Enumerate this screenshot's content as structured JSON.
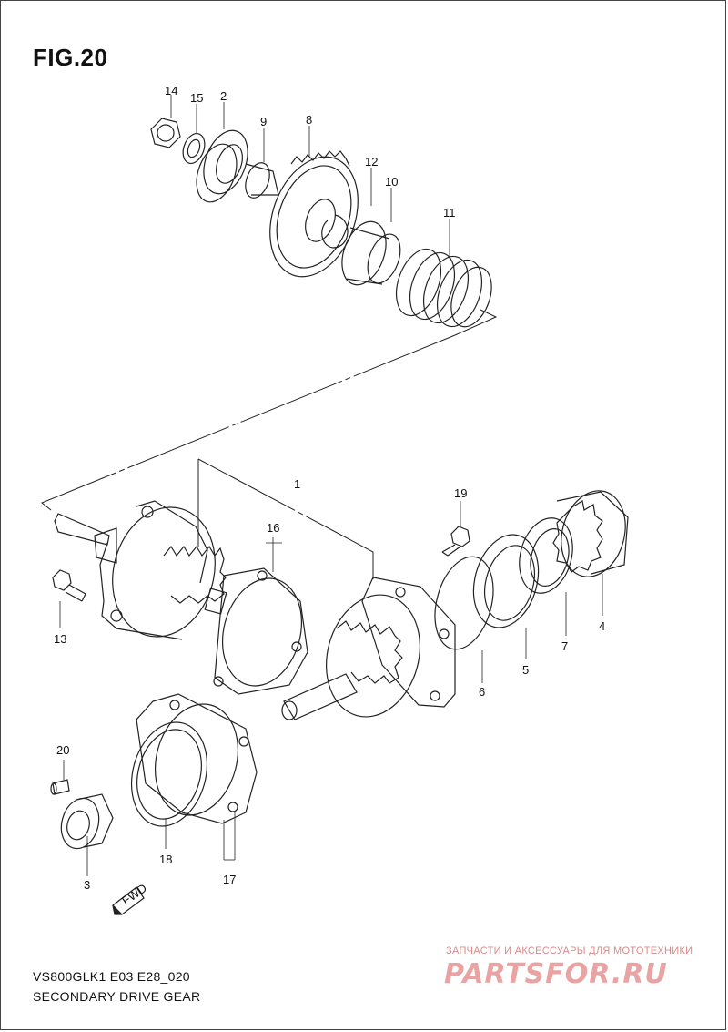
{
  "figure_label": "FIG.20",
  "footer": {
    "model_code": "VS800GLK1 E03 E28_020",
    "section_title": "SECONDARY DRIVE GEAR"
  },
  "watermark": {
    "tagline": "ЗАПЧАСТИ И АКСЕССУАРЫ ДЛЯ МОТОТЕХНИКИ",
    "logo_text": "PARTSFOR.RU"
  },
  "direction_arrow": "FWD",
  "callouts": [
    "14",
    "15",
    "2",
    "9",
    "8",
    "12",
    "10",
    "11",
    "1",
    "16",
    "19",
    "13",
    "4",
    "7",
    "5",
    "6",
    "20",
    "18",
    "3",
    "17"
  ]
}
